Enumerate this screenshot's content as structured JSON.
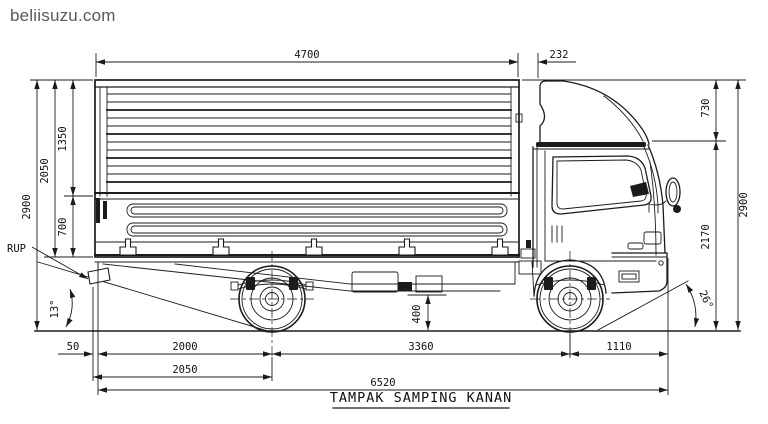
{
  "watermark": {
    "text": "beliisuzu.com"
  },
  "title": {
    "text": "TAMPAK SAMPING KANAN"
  },
  "dims": {
    "box_length": "4700",
    "cab_gap": "232",
    "deflector_height": "730",
    "cab_height": "2170",
    "overall_height_right": "2900",
    "overall_height_left": "2900",
    "body_inner_height": "2050",
    "upper_body_height": "1350",
    "lower_body_height": "700",
    "rup_label": "RUP",
    "departure_angle": "13°",
    "approach_angle": "26°",
    "rear_offset": "50",
    "rear_body_to_axle": "2000",
    "rear_overhang": "2050",
    "wheelbase": "3360",
    "front_overhang": "1110",
    "overall_length": "6520",
    "frame_ground_clearance": "400"
  }
}
